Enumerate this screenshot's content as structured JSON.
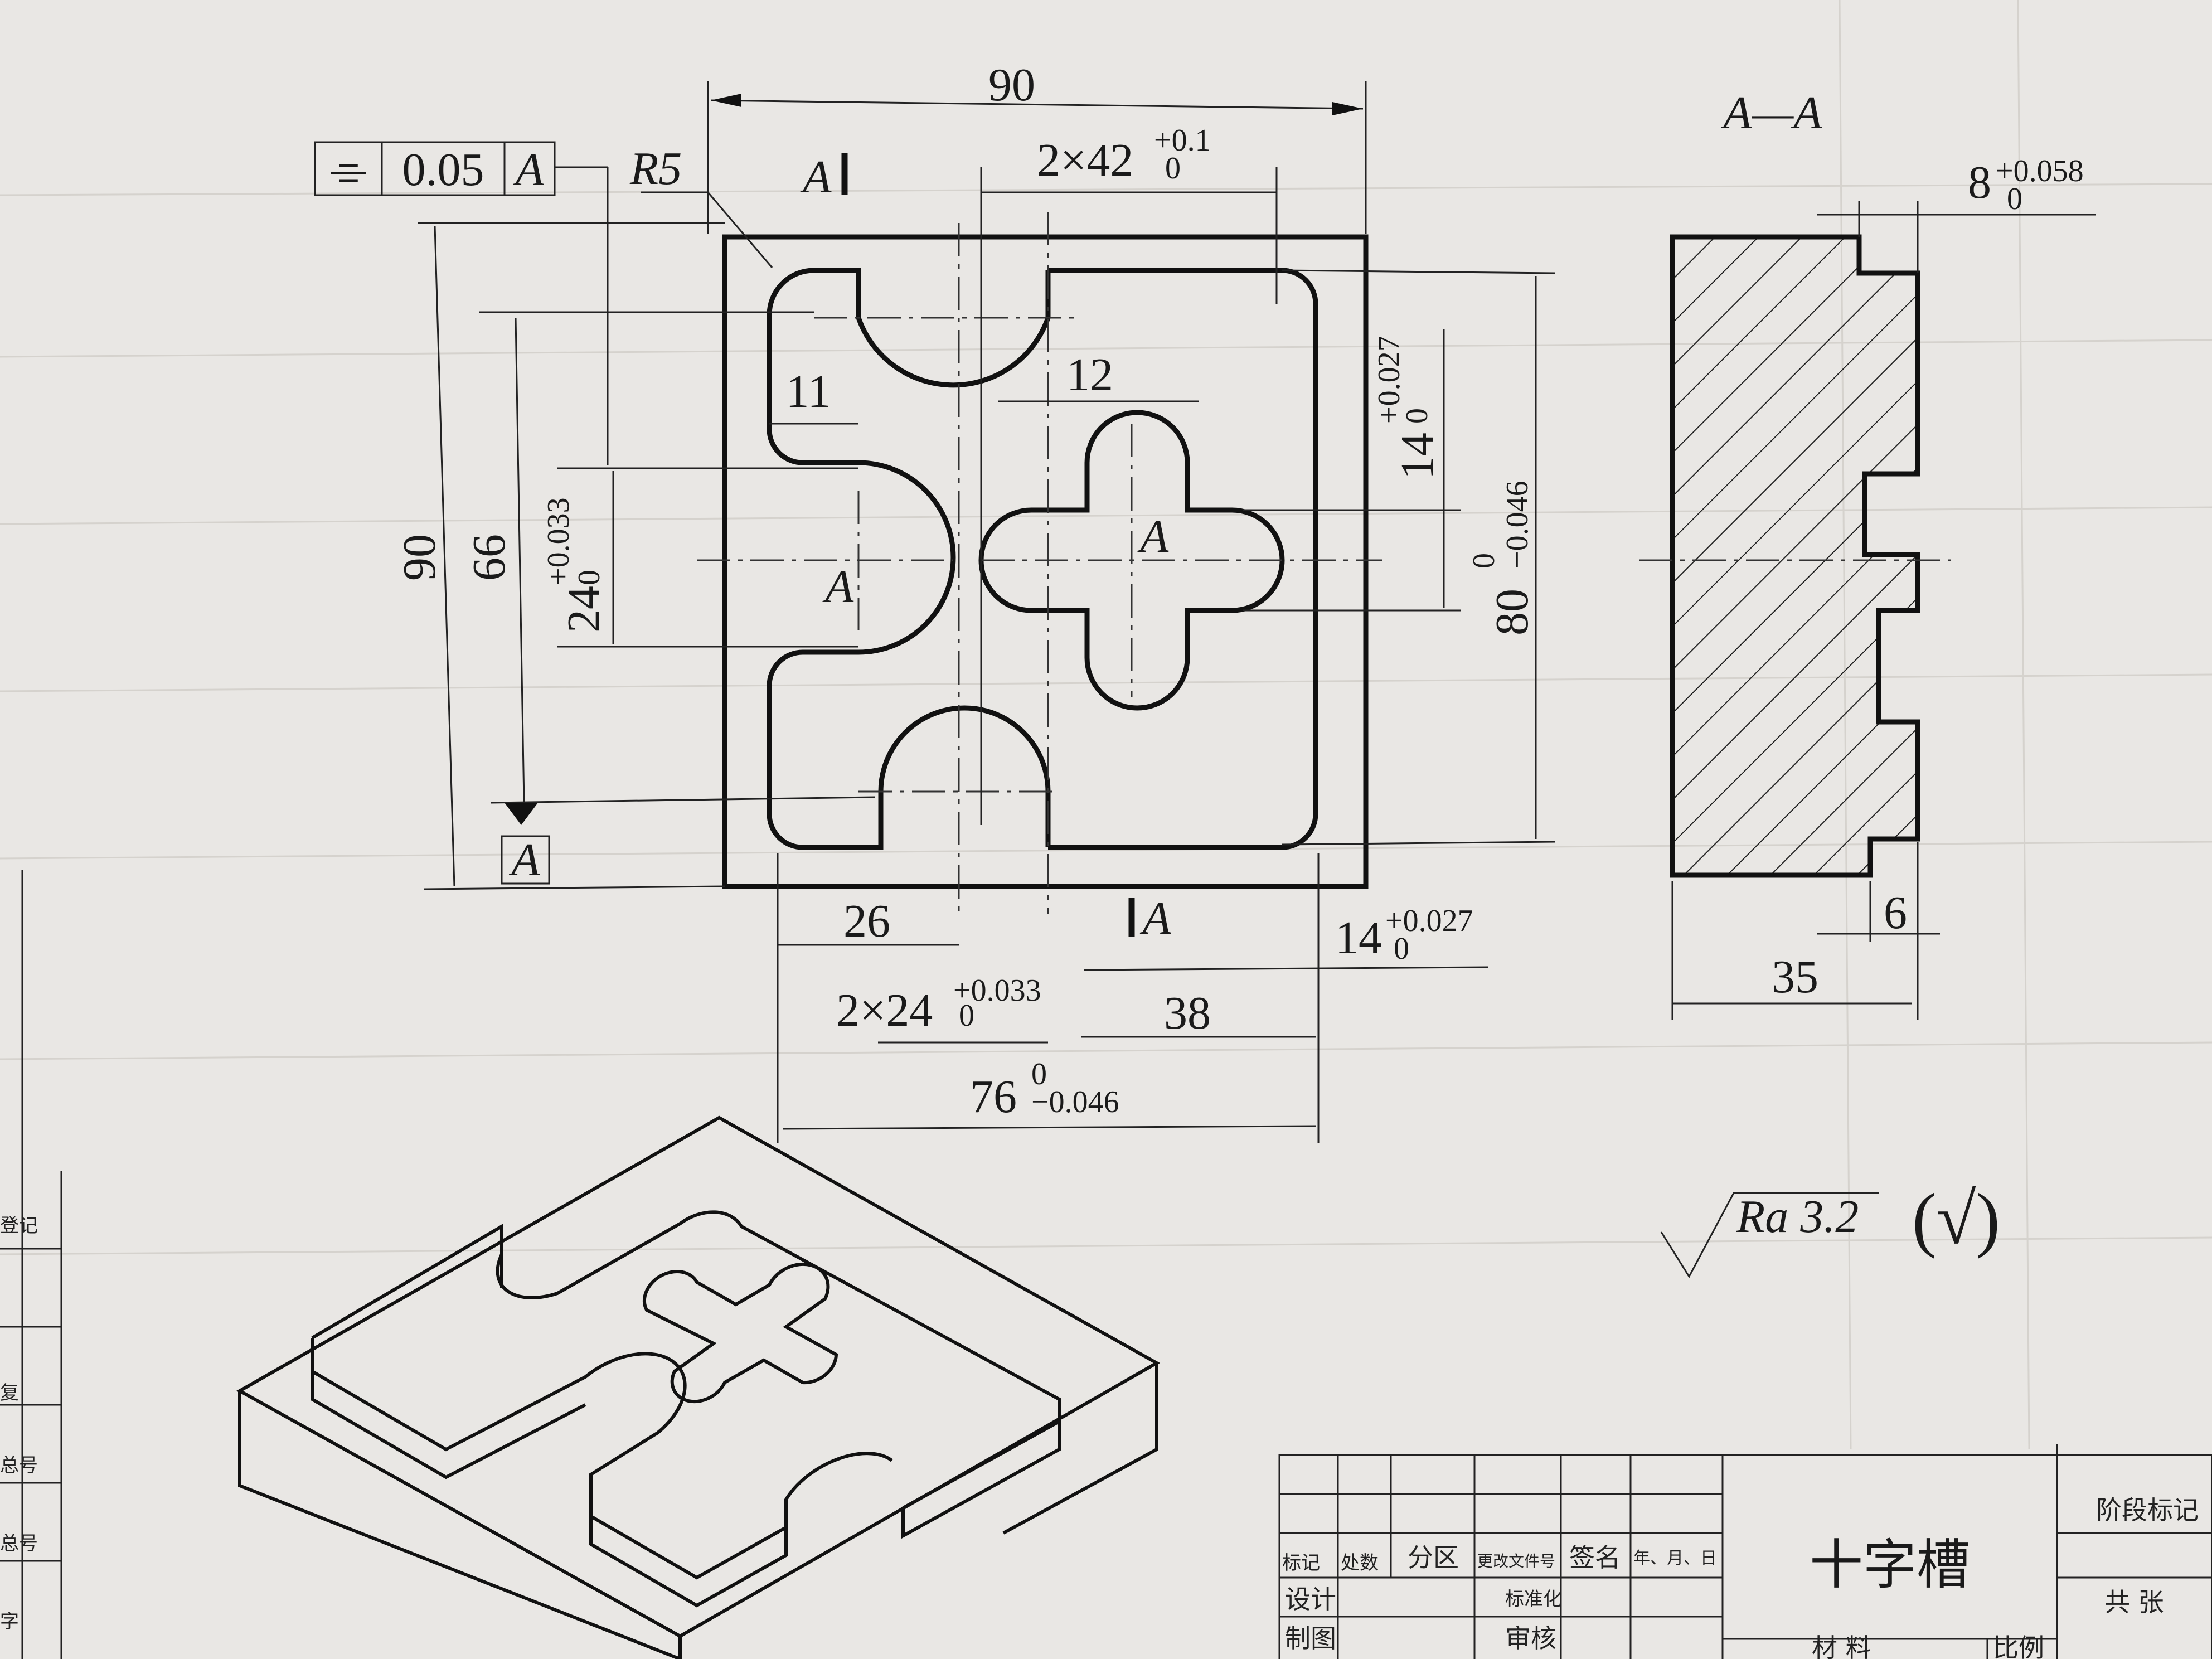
{
  "drawing": {
    "section_label": "A—A",
    "overall_width": "90",
    "overall_height": "90",
    "height_66": "66",
    "slot_pair_width": {
      "base": "2×42",
      "upper": "+0.1",
      "lower": "0"
    },
    "section_mark_top": "A",
    "section_mark_bottom": "A",
    "radius": "R5",
    "tolerance_frame": {
      "symbol": "⌯",
      "value": "0.05",
      "datum": "A"
    },
    "datum_box": "A",
    "width_11": "11",
    "width_12": "12",
    "dim_24_vertical": {
      "base": "24",
      "upper": "+0.033",
      "lower": "0"
    },
    "dim_14_vertical": {
      "base": "14",
      "upper": "+0.027",
      "lower": "0"
    },
    "dim_80": {
      "base": "80",
      "upper": "0",
      "lower": "−0.046"
    },
    "center_label_left": "A",
    "center_label_right": "A",
    "dim_26": "26",
    "dim_2x24": {
      "base": "2×24",
      "upper": "+0.033",
      "lower": "0"
    },
    "dim_38": "38",
    "dim_14_horizontal": {
      "base": "14",
      "upper": "+0.027",
      "lower": "0"
    },
    "dim_76": {
      "base": "76",
      "upper": "0",
      "lower": "−0.046"
    },
    "section_depth": {
      "base": "8",
      "upper": "+0.058",
      "lower": "0"
    },
    "section_6": "6",
    "section_35": "35",
    "roughness": {
      "label": "Ra 3.2",
      "paren": "(√)"
    }
  },
  "title_block": {
    "title": "十字槽",
    "stage_mark": "阶段标记",
    "total_sheets": "共    张",
    "row_labels": [
      "标记",
      "处数",
      "分区",
      "更改文件号",
      "签名",
      "年、月、日"
    ],
    "design": "设计",
    "standardize": "标准化",
    "draw": "制图",
    "review": "审核",
    "material": "材  料",
    "scale": "比例"
  },
  "left_strip": {
    "labels": [
      "登记",
      "复",
      "总号",
      "总号",
      "字"
    ]
  }
}
